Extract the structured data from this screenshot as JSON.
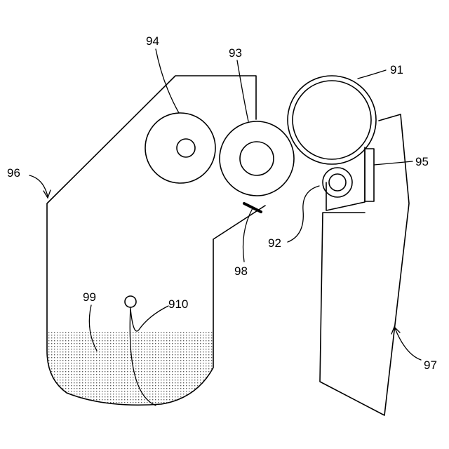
{
  "figure": {
    "labels": {
      "l91": "91",
      "l92": "92",
      "l93": "93",
      "l94": "94",
      "l95": "95",
      "l96": "96",
      "l97": "97",
      "l98": "98",
      "l99": "99",
      "l910": "910"
    }
  }
}
